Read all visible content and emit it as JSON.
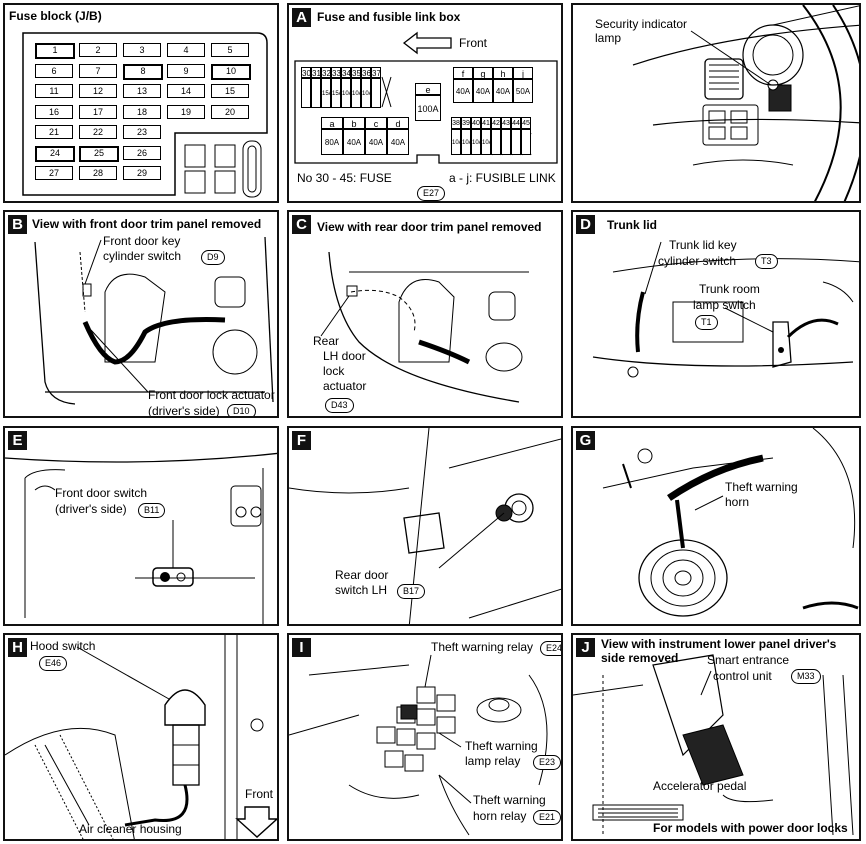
{
  "fuse_block": {
    "title": "Fuse block (J/B)",
    "fuses": [
      [
        "1",
        "2",
        "3",
        "4",
        "5"
      ],
      [
        "6",
        "7",
        "8",
        "9",
        "10"
      ],
      [
        "11",
        "12",
        "13",
        "14",
        "15"
      ],
      [
        "16",
        "17",
        "18",
        "19",
        "20"
      ],
      [
        "21",
        "22",
        "23"
      ],
      [
        "24",
        "25",
        "26"
      ],
      [
        "27",
        "28",
        "29"
      ]
    ]
  },
  "panel_a": {
    "letter": "A",
    "title": "Fuse and fusible link box",
    "front": "Front",
    "fuse_numbers": [
      "30",
      "31",
      "32",
      "33",
      "34",
      "35",
      "36",
      "37"
    ],
    "fuse_ratings": [
      "",
      "",
      "15A",
      "15A",
      "10A",
      "10A",
      "10A",
      ""
    ],
    "center_letter": "e",
    "center_rating": "100A",
    "links_top_letters": [
      "f",
      "g",
      "h",
      "j"
    ],
    "links_top_ratings": [
      "40A",
      "40A",
      "40A",
      "50A"
    ],
    "links_bottom_letters": [
      "a",
      "b",
      "c",
      "d"
    ],
    "links_bottom_ratings": [
      "80A",
      "40A",
      "40A",
      "40A"
    ],
    "fuse2_numbers": [
      "38",
      "39",
      "40",
      "41",
      "42",
      "43",
      "44",
      "45"
    ],
    "fuse2_ratings": [
      "10A",
      "10A",
      "10A",
      "10A",
      "",
      "",
      "",
      ""
    ],
    "note_fuse": "No 30 - 45:  FUSE",
    "note_link": "a - j:  FUSIBLE LINK",
    "connector": "E27"
  },
  "panel_sec": {
    "label_1": "Security indicator",
    "label_2": "lamp"
  },
  "panel_b": {
    "letter": "B",
    "title": "View with front door trim panel removed",
    "key_1": "Front door key",
    "key_2": "cylinder switch",
    "key_conn": "D9",
    "act_1": "Front door lock actuator",
    "act_2": "(driver's side)",
    "act_conn": "D10"
  },
  "panel_c": {
    "letter": "C",
    "title": "View with rear door trim panel removed",
    "l1": "Rear",
    "l2": "LH door",
    "l3": "lock",
    "l4": "actuator",
    "conn": "D43"
  },
  "panel_d": {
    "letter": "D",
    "title": "Trunk lid",
    "key_1": "Trunk lid key",
    "key_2": "cylinder switch",
    "key_conn": "T3",
    "lamp_1": "Trunk room",
    "lamp_2": "lamp switch",
    "lamp_conn": "T1"
  },
  "panel_e": {
    "letter": "E",
    "l1": "Front door switch",
    "l2": "(driver's side)",
    "conn": "B11"
  },
  "panel_f": {
    "letter": "F",
    "l1": "Rear door",
    "l2": "switch LH",
    "conn": "B17"
  },
  "panel_g": {
    "letter": "G",
    "l1": "Theft warning",
    "l2": "horn"
  },
  "panel_h": {
    "letter": "H",
    "title": "Hood switch",
    "conn": "E46",
    "front": "Front",
    "housing": "Air cleaner housing"
  },
  "panel_i": {
    "letter": "I",
    "relay": "Theft warning relay",
    "relay_conn": "E24",
    "lamp_1": "Theft warning",
    "lamp_2": "lamp relay",
    "lamp_conn": "E23",
    "horn_1": "Theft warning",
    "horn_2": "horn relay",
    "horn_conn": "E21"
  },
  "panel_j": {
    "letter": "J",
    "title_1": "View with instrument lower panel driver's",
    "title_2": "side removed",
    "unit_1": "Smart entrance",
    "unit_2": "control unit",
    "unit_conn": "M33",
    "pedal": "Accelerator pedal",
    "footer": "For models with power door locks"
  }
}
